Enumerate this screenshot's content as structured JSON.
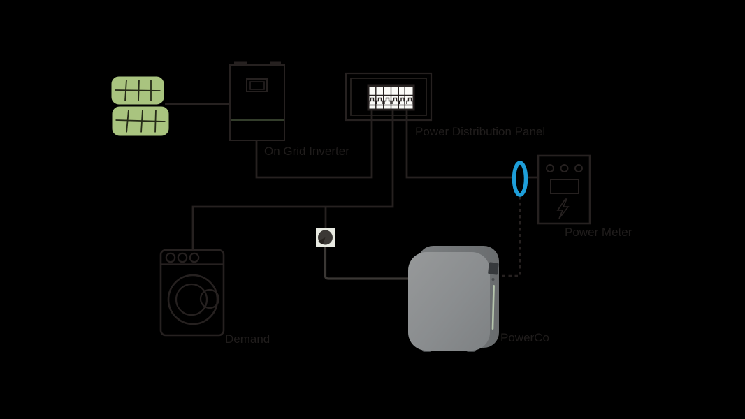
{
  "diagram": {
    "type": "solar-energy-system-wiring-diagram",
    "labels": {
      "inverter": "On Grid Inverter",
      "distribution_panel": "Power Distribution Panel",
      "power_meter": "Power Meter",
      "demand": "Demand",
      "battery_brand": "PowerCo"
    },
    "components": [
      {
        "name": "solar-panel-array",
        "icon": "solar-panels-icon",
        "count": 2
      },
      {
        "name": "on-grid-inverter",
        "icon": "inverter-box-icon"
      },
      {
        "name": "power-distribution-panel",
        "icon": "circuit-breakers-icon",
        "breakers": 6
      },
      {
        "name": "ct-clamp",
        "icon": "blue-coil-icon"
      },
      {
        "name": "power-meter",
        "icon": "meter-box-icon"
      },
      {
        "name": "washing-machine",
        "icon": "washer-icon",
        "role": "demand-load"
      },
      {
        "name": "wall-socket",
        "icon": "socket-plug-icon"
      },
      {
        "name": "home-battery",
        "icon": "battery-unit-icon"
      }
    ],
    "connections": [
      {
        "from": "solar-panel-array",
        "to": "on-grid-inverter",
        "style": "solid"
      },
      {
        "from": "on-grid-inverter",
        "to": "power-distribution-panel",
        "style": "solid"
      },
      {
        "from": "power-distribution-panel",
        "to": "washing-machine",
        "style": "solid"
      },
      {
        "from": "power-distribution-panel",
        "to": "wall-socket",
        "style": "solid"
      },
      {
        "from": "power-distribution-panel",
        "to": "power-meter",
        "style": "solid",
        "via": "ct-clamp"
      },
      {
        "from": "wall-socket",
        "to": "home-battery",
        "style": "solid-cable"
      },
      {
        "from": "ct-clamp",
        "to": "home-battery",
        "style": "dashed"
      }
    ],
    "colors": {
      "background": "#000000",
      "line": "#262120",
      "text": "#201d1c",
      "solar_green": "#a9c47f",
      "panel_grid": "#262b18",
      "ct_clamp_blue": "#1e9ed9",
      "breaker_white": "#fbfbf8",
      "battery_gray": "#8b8e90",
      "socket_gray": "#e8eae2",
      "plug_dark": "#3b3835",
      "cable_dark": "#3a3734"
    }
  }
}
